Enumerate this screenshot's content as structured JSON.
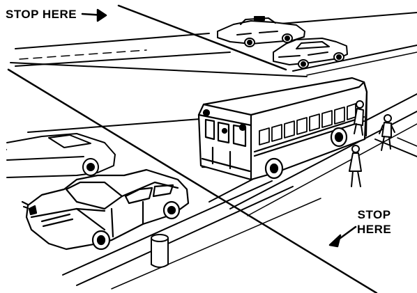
{
  "labels": {
    "top_left": "STOP HERE",
    "bottom_right_line1": "STOP",
    "bottom_right_line2": "HERE"
  },
  "colors": {
    "ink": "#000000",
    "paper": "#ffffff"
  }
}
